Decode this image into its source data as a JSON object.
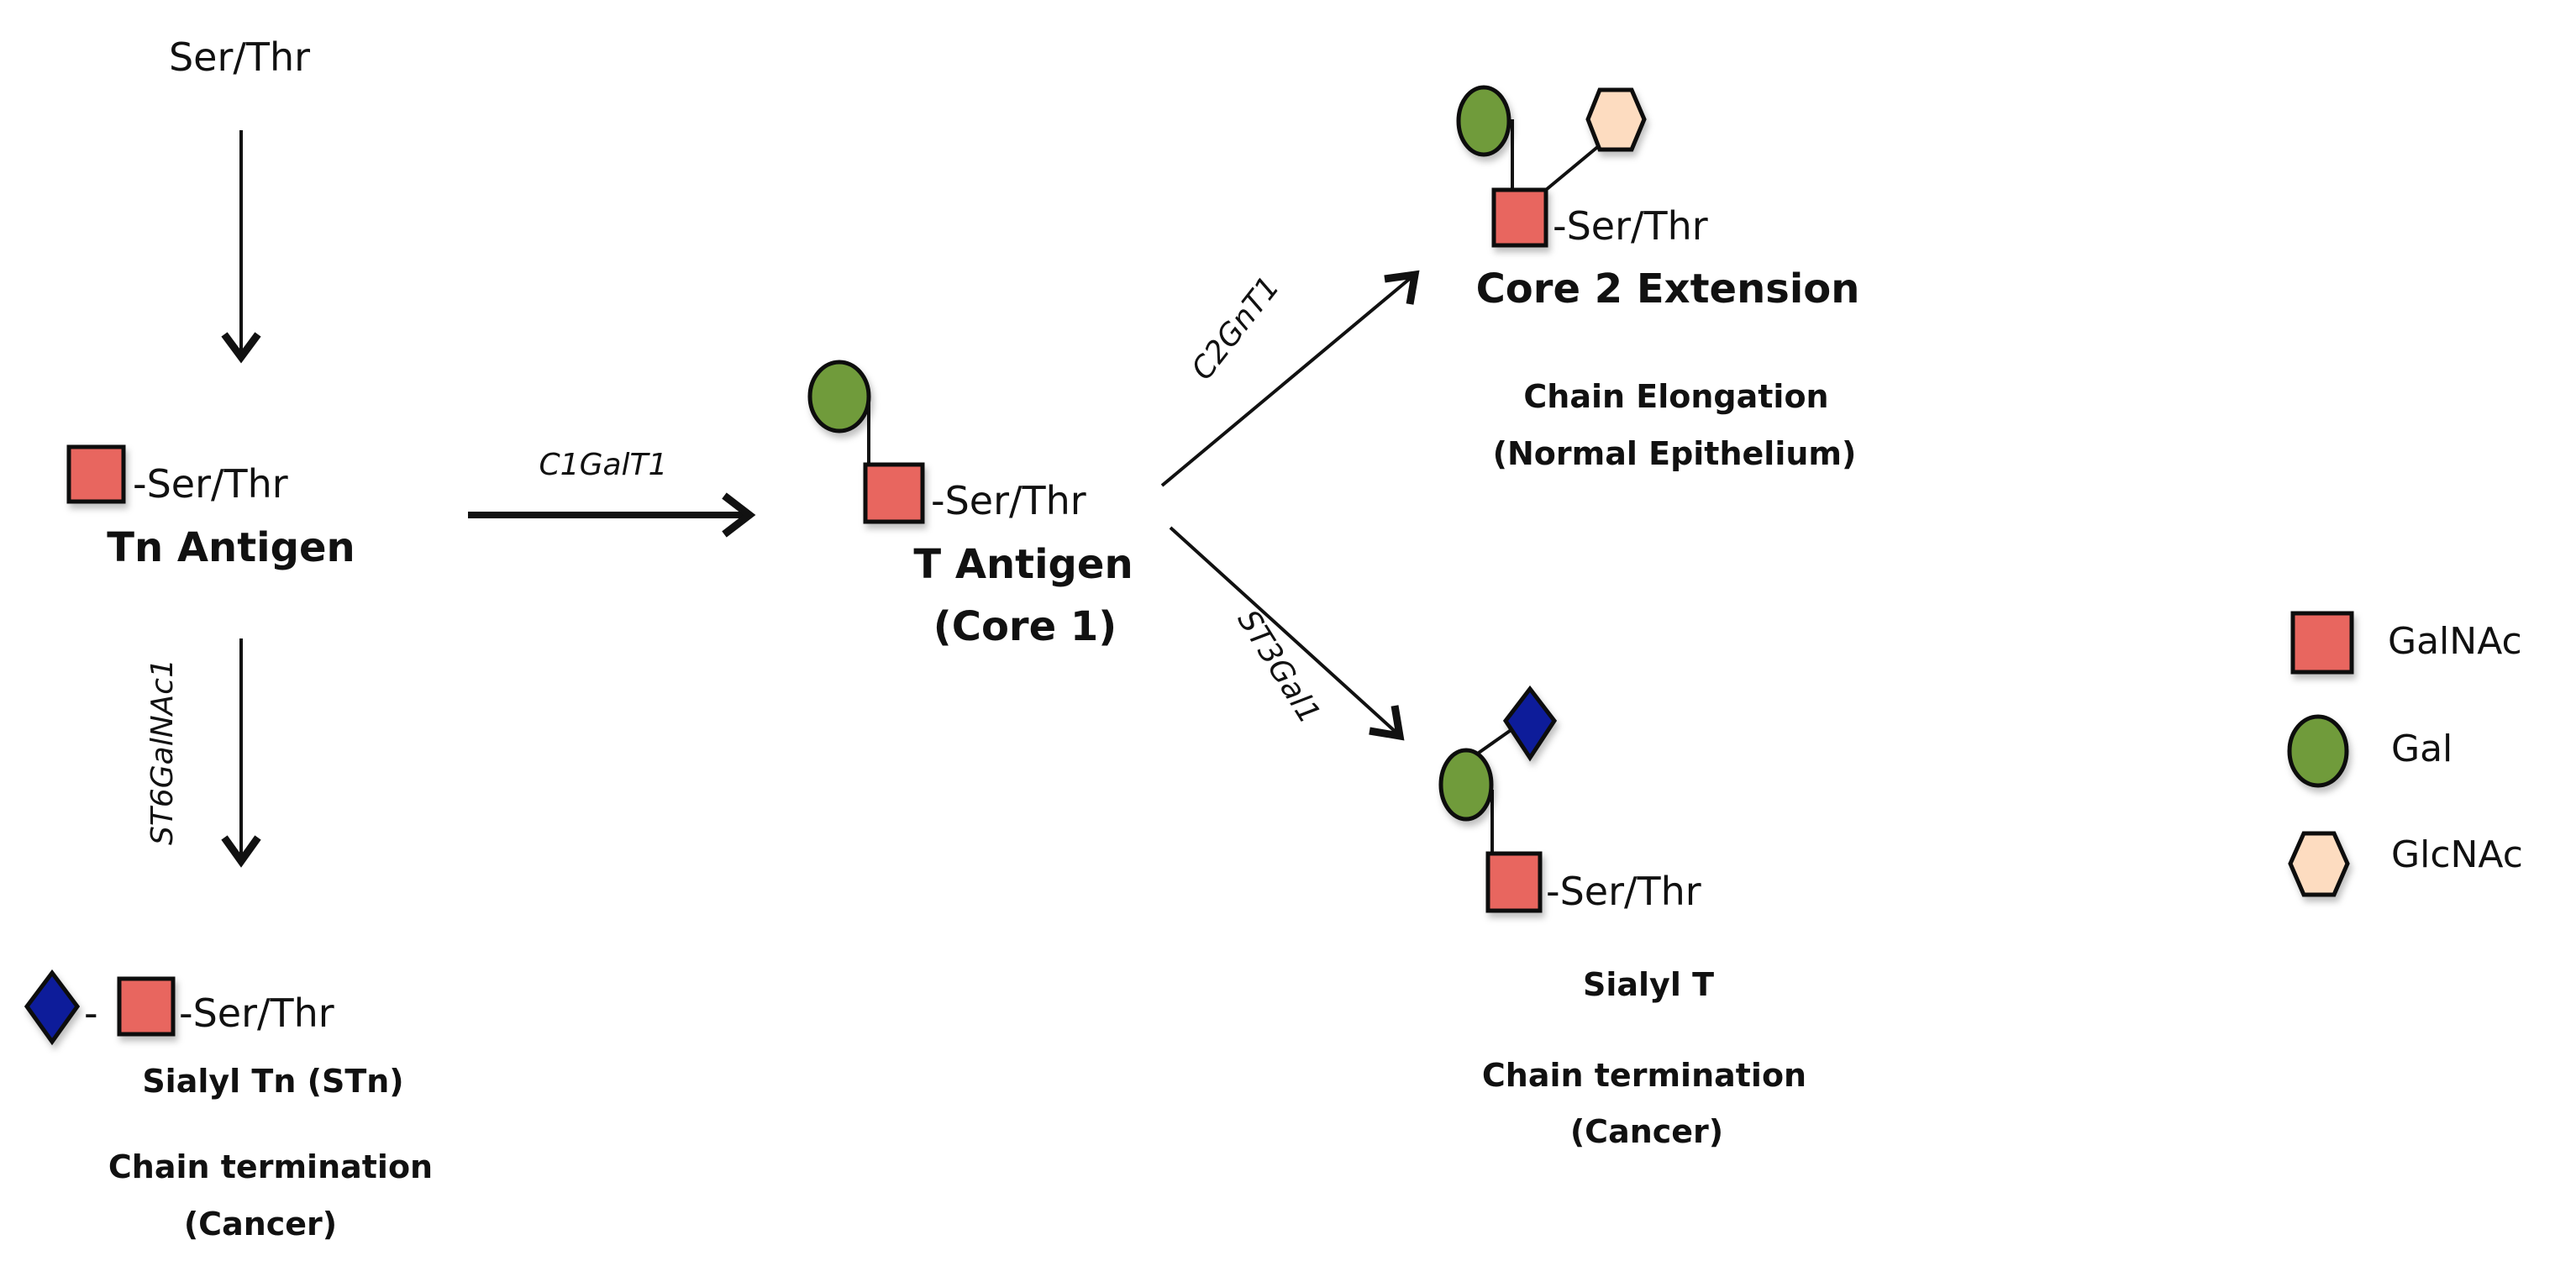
{
  "colors": {
    "galnac": "#E8665F",
    "gal": "#6F9B3A",
    "glcnac": "#FDDCC0",
    "sialic": "#0A1E9A",
    "line": "#111111"
  },
  "start": {
    "label": "Ser/Thr"
  },
  "tn": {
    "linker": "-Ser/Thr",
    "title": "Tn Antigen"
  },
  "stn": {
    "link_dash": "-",
    "linker": "-Ser/Thr",
    "title": "Sialyl Tn (STn)",
    "note_line1": "Chain termination",
    "note_line2": "(Cancer)"
  },
  "t_antigen": {
    "linker": "-Ser/Thr",
    "title_line1": "T Antigen",
    "title_line2": "(Core 1)"
  },
  "core2": {
    "linker": "-Ser/Thr",
    "title": "Core 2 Extension",
    "note_line1": "Chain Elongation",
    "note_line2": "(Normal Epithelium)"
  },
  "sialyl_t": {
    "linker": "-Ser/Thr",
    "title": "Sialyl T",
    "note_line1": "Chain termination",
    "note_line2": "(Cancer)"
  },
  "enzymes": {
    "c1galt1": "C1GalT1",
    "st6galnac1": "ST6GalNAc1",
    "c2gnt1": "C2GnT1",
    "st3gal1": "ST3Gal1"
  },
  "legend": {
    "items": [
      {
        "shape": "square",
        "label": "GalNAc"
      },
      {
        "shape": "circle",
        "label": "Gal"
      },
      {
        "shape": "hexagon",
        "label": "GlcNAc"
      }
    ]
  }
}
